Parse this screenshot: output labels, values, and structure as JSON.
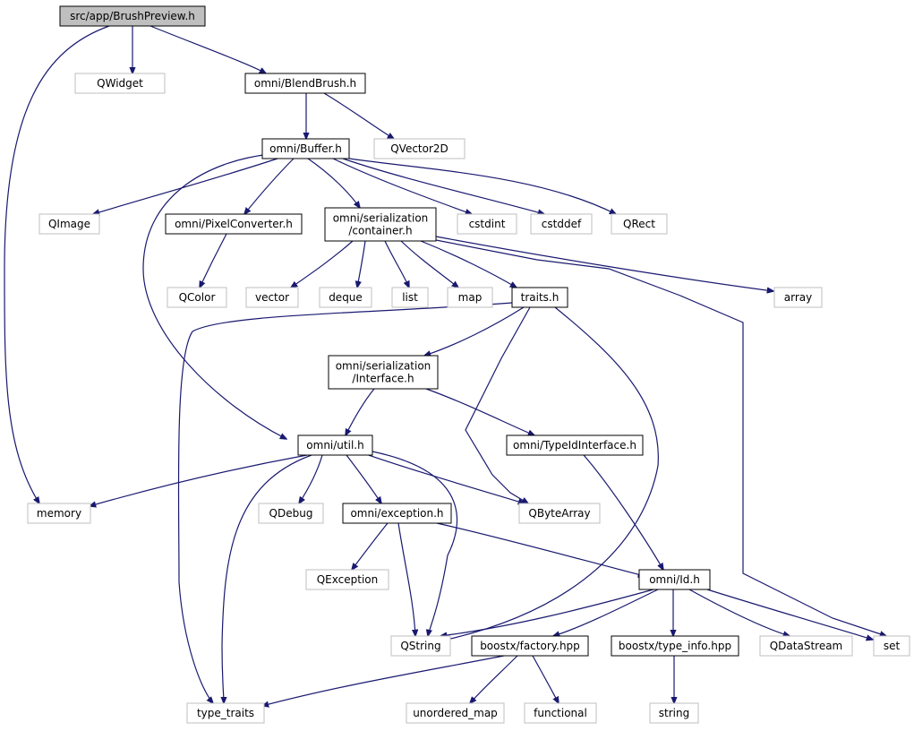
{
  "colors": {
    "edge": "#191970",
    "root_fill": "#bfbfbf",
    "file_border": "#000000",
    "external_border": "#bfbfbf",
    "node_fill": "#ffffff"
  },
  "nodes": [
    {
      "id": "brushpreview",
      "lines": [
        "src/app/BrushPreview.h"
      ],
      "kind": "root"
    },
    {
      "id": "memory",
      "lines": [
        "memory"
      ],
      "kind": "external"
    },
    {
      "id": "qwidget",
      "lines": [
        "QWidget"
      ],
      "kind": "external"
    },
    {
      "id": "blendbrush",
      "lines": [
        "omni/BlendBrush.h"
      ],
      "kind": "file"
    },
    {
      "id": "buffer",
      "lines": [
        "omni/Buffer.h"
      ],
      "kind": "file"
    },
    {
      "id": "qvector2d",
      "lines": [
        "QVector2D"
      ],
      "kind": "external"
    },
    {
      "id": "qimage",
      "lines": [
        "QImage"
      ],
      "kind": "external"
    },
    {
      "id": "pixelconverter",
      "lines": [
        "omni/PixelConverter.h"
      ],
      "kind": "file"
    },
    {
      "id": "container",
      "lines": [
        "omni/serialization",
        "/container.h"
      ],
      "kind": "file"
    },
    {
      "id": "cstdint",
      "lines": [
        "cstdint"
      ],
      "kind": "external"
    },
    {
      "id": "cstddef",
      "lines": [
        "cstddef"
      ],
      "kind": "external"
    },
    {
      "id": "qrect",
      "lines": [
        "QRect"
      ],
      "kind": "external"
    },
    {
      "id": "qcolor",
      "lines": [
        "QColor"
      ],
      "kind": "external"
    },
    {
      "id": "vector",
      "lines": [
        "vector"
      ],
      "kind": "external"
    },
    {
      "id": "deque",
      "lines": [
        "deque"
      ],
      "kind": "external"
    },
    {
      "id": "list",
      "lines": [
        "list"
      ],
      "kind": "external"
    },
    {
      "id": "map",
      "lines": [
        "map"
      ],
      "kind": "external"
    },
    {
      "id": "traits",
      "lines": [
        "traits.h"
      ],
      "kind": "file"
    },
    {
      "id": "array",
      "lines": [
        "array"
      ],
      "kind": "external"
    },
    {
      "id": "interface",
      "lines": [
        "omni/serialization",
        "/Interface.h"
      ],
      "kind": "file"
    },
    {
      "id": "util",
      "lines": [
        "omni/util.h"
      ],
      "kind": "file"
    },
    {
      "id": "typeidinterface",
      "lines": [
        "omni/TypeIdInterface.h"
      ],
      "kind": "file"
    },
    {
      "id": "qdebug",
      "lines": [
        "QDebug"
      ],
      "kind": "external"
    },
    {
      "id": "exception",
      "lines": [
        "omni/exception.h"
      ],
      "kind": "file"
    },
    {
      "id": "qbytearray",
      "lines": [
        "QByteArray"
      ],
      "kind": "external"
    },
    {
      "id": "qexception",
      "lines": [
        "QException"
      ],
      "kind": "external"
    },
    {
      "id": "id",
      "lines": [
        "omni/Id.h"
      ],
      "kind": "file"
    },
    {
      "id": "qstring",
      "lines": [
        "QString"
      ],
      "kind": "external"
    },
    {
      "id": "factory",
      "lines": [
        "boostx/factory.hpp"
      ],
      "kind": "file"
    },
    {
      "id": "typeinfo",
      "lines": [
        "boostx/type_info.hpp"
      ],
      "kind": "file"
    },
    {
      "id": "qdatastream",
      "lines": [
        "QDataStream"
      ],
      "kind": "external"
    },
    {
      "id": "set",
      "lines": [
        "set"
      ],
      "kind": "external"
    },
    {
      "id": "type_traits",
      "lines": [
        "type_traits"
      ],
      "kind": "external"
    },
    {
      "id": "unordered_map",
      "lines": [
        "unordered_map"
      ],
      "kind": "external"
    },
    {
      "id": "functional",
      "lines": [
        "functional"
      ],
      "kind": "external"
    },
    {
      "id": "string",
      "lines": [
        "string"
      ],
      "kind": "external"
    }
  ],
  "edges": [
    {
      "from": "brushpreview",
      "to": "memory"
    },
    {
      "from": "brushpreview",
      "to": "qwidget"
    },
    {
      "from": "brushpreview",
      "to": "blendbrush"
    },
    {
      "from": "blendbrush",
      "to": "buffer"
    },
    {
      "from": "blendbrush",
      "to": "qvector2d"
    },
    {
      "from": "buffer",
      "to": "qimage"
    },
    {
      "from": "buffer",
      "to": "pixelconverter"
    },
    {
      "from": "buffer",
      "to": "container"
    },
    {
      "from": "buffer",
      "to": "cstdint"
    },
    {
      "from": "buffer",
      "to": "cstddef"
    },
    {
      "from": "buffer",
      "to": "qrect"
    },
    {
      "from": "buffer",
      "to": "util"
    },
    {
      "from": "pixelconverter",
      "to": "qcolor"
    },
    {
      "from": "container",
      "to": "vector"
    },
    {
      "from": "container",
      "to": "deque"
    },
    {
      "from": "container",
      "to": "list"
    },
    {
      "from": "container",
      "to": "map"
    },
    {
      "from": "container",
      "to": "traits"
    },
    {
      "from": "container",
      "to": "array"
    },
    {
      "from": "container",
      "to": "set"
    },
    {
      "from": "traits",
      "to": "interface"
    },
    {
      "from": "traits",
      "to": "type_traits"
    },
    {
      "from": "traits",
      "to": "qbytearray"
    },
    {
      "from": "traits",
      "to": "qstring"
    },
    {
      "from": "interface",
      "to": "util"
    },
    {
      "from": "interface",
      "to": "typeidinterface"
    },
    {
      "from": "util",
      "to": "memory"
    },
    {
      "from": "util",
      "to": "qdebug"
    },
    {
      "from": "util",
      "to": "exception"
    },
    {
      "from": "util",
      "to": "qbytearray"
    },
    {
      "from": "util",
      "to": "type_traits"
    },
    {
      "from": "util",
      "to": "qstring"
    },
    {
      "from": "typeidinterface",
      "to": "id"
    },
    {
      "from": "exception",
      "to": "qexception"
    },
    {
      "from": "exception",
      "to": "qstring"
    },
    {
      "from": "exception",
      "to": "id"
    },
    {
      "from": "id",
      "to": "qstring"
    },
    {
      "from": "id",
      "to": "factory"
    },
    {
      "from": "id",
      "to": "typeinfo"
    },
    {
      "from": "id",
      "to": "qdatastream"
    },
    {
      "from": "id",
      "to": "set"
    },
    {
      "from": "factory",
      "to": "type_traits"
    },
    {
      "from": "factory",
      "to": "unordered_map"
    },
    {
      "from": "factory",
      "to": "functional"
    },
    {
      "from": "typeinfo",
      "to": "string"
    }
  ]
}
